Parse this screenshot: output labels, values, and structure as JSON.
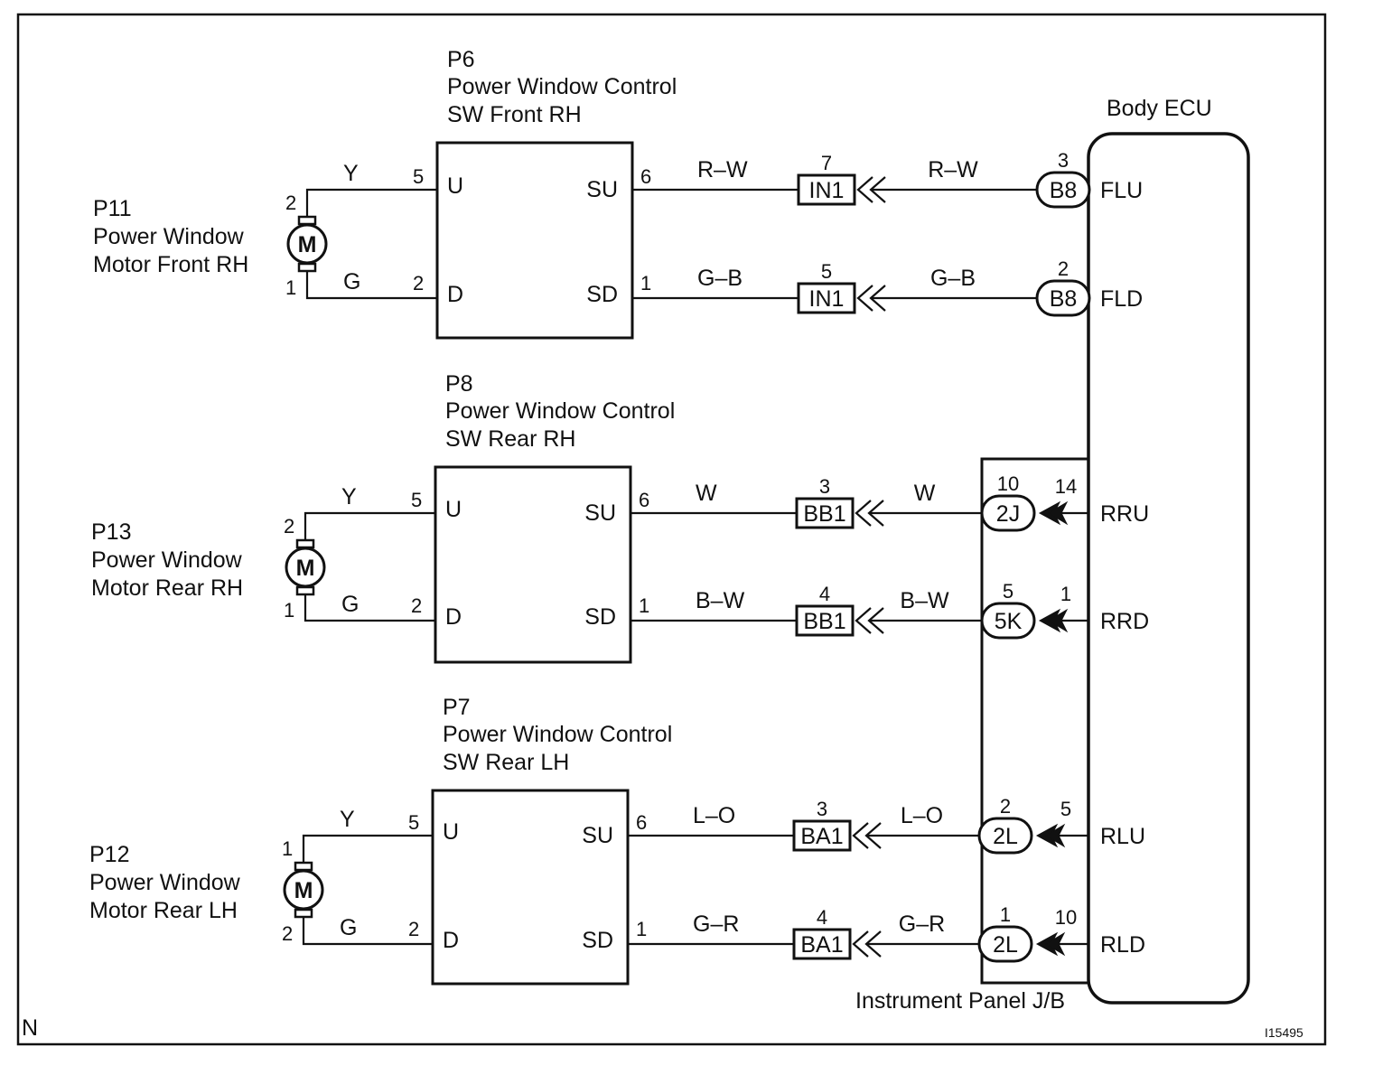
{
  "ecu": {
    "title": "Body ECU"
  },
  "jb": {
    "title": "Instrument Panel J/B"
  },
  "corner_mark": "N",
  "figure_id": "I15495",
  "switches": [
    {
      "id": "P6",
      "title1": "Power Window Control",
      "title2": "SW Front RH",
      "u": "U",
      "d": "D",
      "su": "SU",
      "sd": "SD",
      "pin_u": "5",
      "pin_d": "2",
      "pin_su": "6",
      "pin_sd": "1"
    },
    {
      "id": "P8",
      "title1": "Power Window Control",
      "title2": "SW Rear RH",
      "u": "U",
      "d": "D",
      "su": "SU",
      "sd": "SD",
      "pin_u": "5",
      "pin_d": "2",
      "pin_su": "6",
      "pin_sd": "1"
    },
    {
      "id": "P7",
      "title1": "Power Window Control",
      "title2": "SW Rear LH",
      "u": "U",
      "d": "D",
      "su": "SU",
      "sd": "SD",
      "pin_u": "5",
      "pin_d": "2",
      "pin_su": "6",
      "pin_sd": "1"
    }
  ],
  "motors": [
    {
      "id": "P11",
      "line1": "Power Window",
      "line2": "Motor Front RH",
      "symbol": "M",
      "pin_top": "2",
      "pin_bottom": "1",
      "wire_top": "Y",
      "wire_bottom": "G"
    },
    {
      "id": "P13",
      "line1": "Power Window",
      "line2": "Motor Rear RH",
      "symbol": "M",
      "pin_top": "2",
      "pin_bottom": "1",
      "wire_top": "Y",
      "wire_bottom": "G"
    },
    {
      "id": "P12",
      "line1": "Power Window",
      "line2": "Motor Rear LH",
      "symbol": "M",
      "pin_top": "1",
      "pin_bottom": "2",
      "wire_top": "Y",
      "wire_bottom": "G"
    }
  ],
  "circuits": [
    {
      "wire_color": "R–W",
      "inline_conn": "IN1",
      "inline_pin": "7",
      "end_conn": "B8",
      "end_pin": "3",
      "ecu_terminal": "FLU"
    },
    {
      "wire_color": "G–B",
      "inline_conn": "IN1",
      "inline_pin": "5",
      "end_conn": "B8",
      "end_pin": "2",
      "ecu_terminal": "FLD"
    },
    {
      "wire_color": "W",
      "inline_conn": "BB1",
      "inline_pin": "3",
      "end_conn": "2J",
      "end_pin": "10",
      "jb_pin": "14",
      "ecu_terminal": "RRU"
    },
    {
      "wire_color": "B–W",
      "inline_conn": "BB1",
      "inline_pin": "4",
      "end_conn": "5K",
      "end_pin": "5",
      "jb_pin": "1",
      "ecu_terminal": "RRD"
    },
    {
      "wire_color": "L–O",
      "inline_conn": "BA1",
      "inline_pin": "3",
      "end_conn": "2L",
      "end_pin": "2",
      "jb_pin": "5",
      "ecu_terminal": "RLU"
    },
    {
      "wire_color": "G–R",
      "inline_conn": "BA1",
      "inline_pin": "4",
      "end_conn": "2L",
      "end_pin": "1",
      "jb_pin": "10",
      "ecu_terminal": "RLD"
    }
  ]
}
